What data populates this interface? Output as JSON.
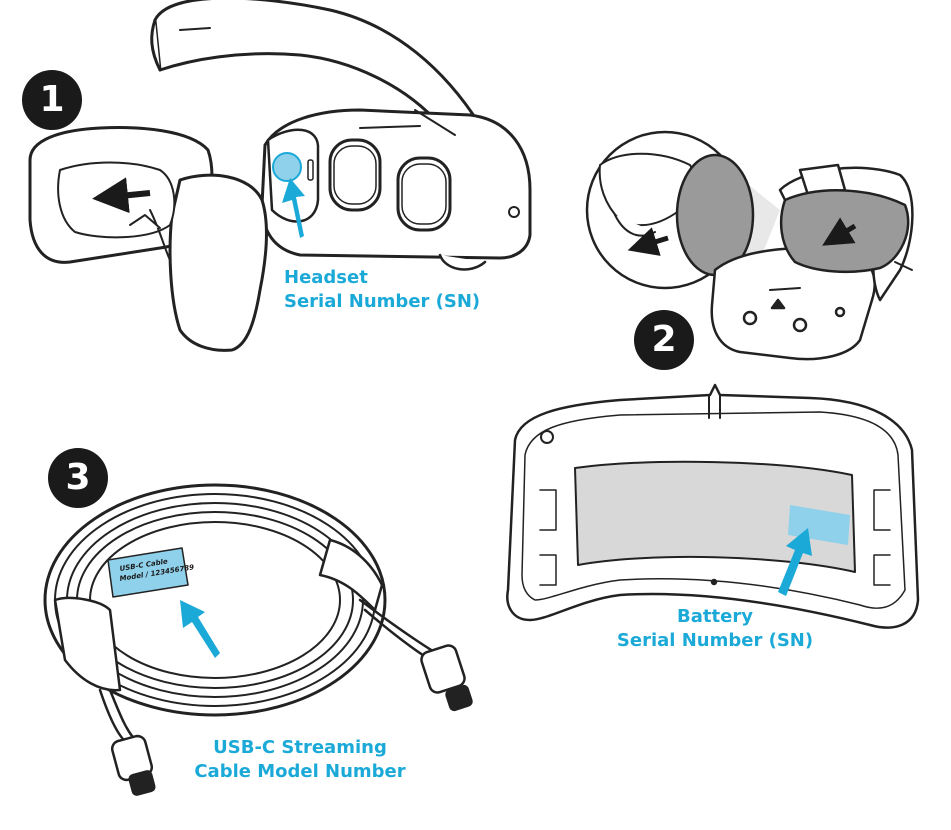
{
  "colors": {
    "accent": "#1ba9d8",
    "ink": "#1a1a1a",
    "line": "#222222",
    "fill_grey": "#d8d8d8",
    "label_blue": "#8fd0ea"
  },
  "steps": [
    {
      "number": "1"
    },
    {
      "number": "2"
    },
    {
      "number": "3"
    }
  ],
  "labels": {
    "headset_line1": "Headset",
    "headset_line2": "Serial Number (SN)",
    "battery_line1": "Battery",
    "battery_line2": "Serial Number (SN)",
    "cable_line1": "USB-C Streaming",
    "cable_line2": "Cable Model Number",
    "cable_tag_line1": "USB-C Cable",
    "cable_tag_line2": "Model / 123456789"
  },
  "icons": [
    "headset-face-cushion",
    "headset-rear-view",
    "battery-pack",
    "usb-c-cable",
    "arrow-icon"
  ]
}
